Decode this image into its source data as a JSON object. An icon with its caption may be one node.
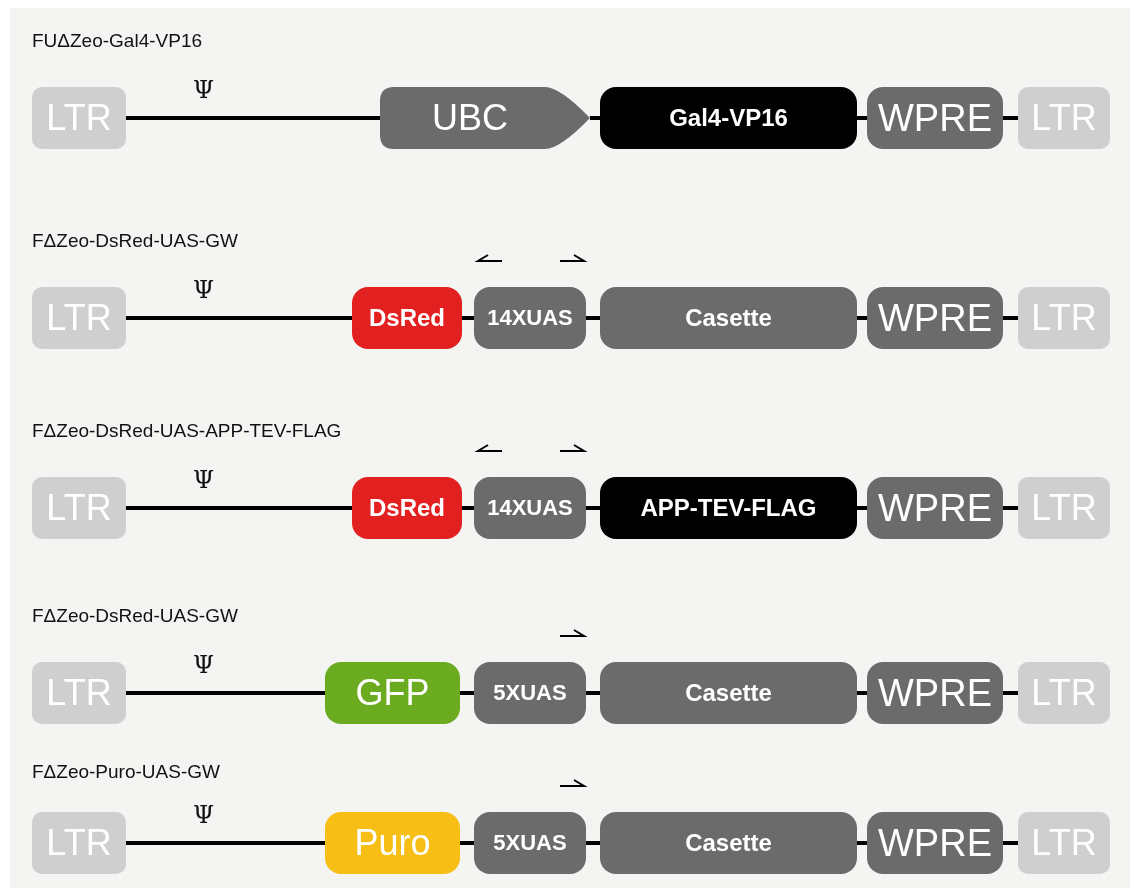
{
  "diagram": {
    "nodes": [
      {
        "text": [
          "LTR"
        ]
      },
      {
        "text": [
          "UBC"
        ]
      },
      {
        "text": [
          "Gal4-VP16"
        ]
      },
      {
        "text": [
          "WPRE"
        ]
      },
      {
        "text": [
          "LTR"
        ]
      },
      {
        "text": [
          "LTR"
        ]
      },
      {
        "text": [
          "DsRed"
        ]
      },
      {
        "text": [
          "14XUAS"
        ]
      },
      {
        "text": [
          "Casette"
        ]
      },
      {
        "text": [
          "WPRE"
        ]
      },
      {
        "text": [
          "LTR"
        ]
      },
      {
        "text": [
          "LTR"
        ]
      },
      {
        "text": [
          "DsRed"
        ]
      },
      {
        "text": [
          "14XUAS"
        ]
      },
      {
        "text": [
          "APP-TEV-FLAG"
        ]
      },
      {
        "text": [
          "WPRE"
        ]
      },
      {
        "text": [
          "LTR"
        ]
      },
      {
        "text": [
          "LTR"
        ]
      },
      {
        "text": [
          "GFP"
        ]
      },
      {
        "text": [
          "5XUAS"
        ]
      },
      {
        "text": [
          "Casette"
        ]
      },
      {
        "text": [
          "WPRE"
        ]
      },
      {
        "text": [
          "LTR"
        ]
      },
      {
        "text": [
          "LTR"
        ]
      },
      {
        "text": [
          "Puro"
        ]
      },
      {
        "text": [
          "5XUAS"
        ]
      },
      {
        "text": [
          "Casette"
        ]
      },
      {
        "text": [
          "WPRE"
        ]
      },
      {
        "text": [
          "LTR"
        ]
      }
    ],
    "edges": [
      {
        "from": 0,
        "to": 1,
        "arrow": "none"
      },
      {
        "from": 1,
        "to": 2,
        "arrow": "none"
      },
      {
        "from": 2,
        "to": 3,
        "arrow": "none"
      },
      {
        "from": 3,
        "to": 4,
        "arrow": "none"
      },
      {
        "from": 5,
        "to": 6,
        "arrow": "none"
      },
      {
        "from": 6,
        "to": 7,
        "arrow": "none"
      },
      {
        "from": 7,
        "to": 8,
        "arrow": "none"
      },
      {
        "from": 8,
        "to": 9,
        "arrow": "none"
      },
      {
        "from": 9,
        "to": 10,
        "arrow": "none"
      },
      {
        "from": 11,
        "to": 12,
        "arrow": "none"
      },
      {
        "from": 12,
        "to": 13,
        "arrow": "none"
      },
      {
        "from": 13,
        "to": 14,
        "arrow": "none"
      },
      {
        "from": 14,
        "to": 15,
        "arrow": "none"
      },
      {
        "from": 15,
        "to": 16,
        "arrow": "none"
      },
      {
        "from": 17,
        "to": 18,
        "arrow": "none"
      },
      {
        "from": 18,
        "to": 19,
        "arrow": "none"
      },
      {
        "from": 19,
        "to": 20,
        "arrow": "none"
      },
      {
        "from": 20,
        "to": 21,
        "arrow": "none"
      },
      {
        "from": 21,
        "to": 22,
        "arrow": "none"
      },
      {
        "from": 23,
        "to": 24,
        "arrow": "none"
      },
      {
        "from": 24,
        "to": 25,
        "arrow": "none"
      },
      {
        "from": 25,
        "to": 26,
        "arrow": "none"
      },
      {
        "from": 26,
        "to": 27,
        "arrow": "none"
      },
      {
        "from": 27,
        "to": 28,
        "arrow": "none"
      }
    ],
    "labels": [
      "FUΔZeo-Gal4-VP16",
      "Ψ",
      "FΔZeo-DsRed-UAS-GW",
      "Ψ",
      "FΔZeo-DsRed-UAS-APP-TEV-FLAG",
      "Ψ",
      "FΔZeo-DsRed-UAS-GW",
      "Ψ",
      "FΔZeo-Puro-UAS-GW",
      "Ψ"
    ]
  }
}
